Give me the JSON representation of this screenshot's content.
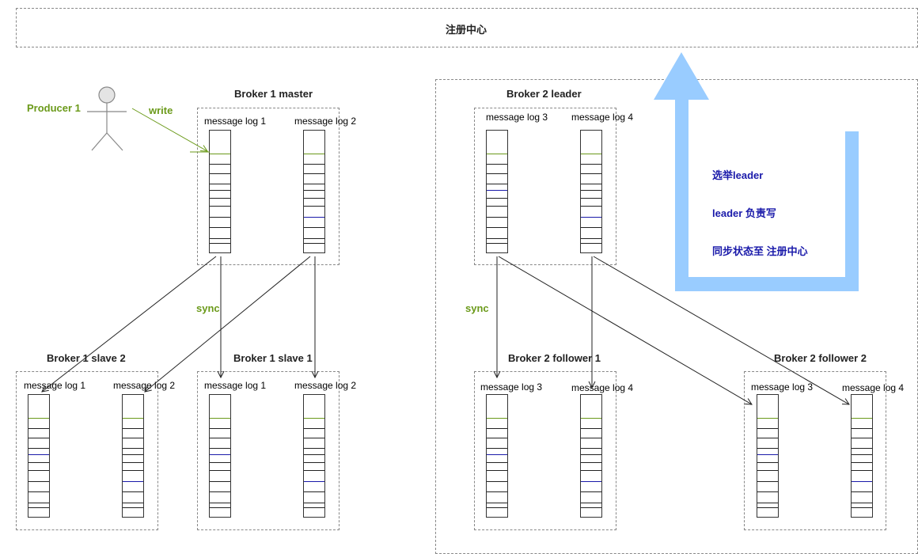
{
  "registry": {
    "label": "注册中心"
  },
  "producer": {
    "label": "Producer 1",
    "write_label": "write"
  },
  "broker1_master": {
    "title": "Broker 1 master",
    "log_a": "message log 1",
    "log_b": "message log 2"
  },
  "broker1_slave2": {
    "title": "Broker 1 slave 2",
    "log_a": "message log 1",
    "log_b": "message log 2"
  },
  "broker1_slave1": {
    "title": "Broker 1 slave 1",
    "log_a": "message log 1",
    "log_b": "message log 2"
  },
  "broker2_leader": {
    "title": "Broker 2 leader",
    "log_a": "message log 3",
    "log_b": "message log 4"
  },
  "broker2_follower1": {
    "title": "Broker 2 follower 1",
    "log_a": "message log 3",
    "log_b": "message log 4"
  },
  "broker2_follower2": {
    "title": "Broker 2 follower 2",
    "log_a": "message log 3",
    "log_b": "message log 4"
  },
  "sync_left": "sync",
  "sync_right": "sync",
  "election": {
    "line1": "选举leader",
    "line2": "leader 负责写",
    "line3": "同步状态至 注册中心"
  },
  "colors": {
    "green": "#6b9a1a",
    "blue": "#1a1aaa",
    "arrow_fill": "#99ccff",
    "dash": "#888888"
  }
}
